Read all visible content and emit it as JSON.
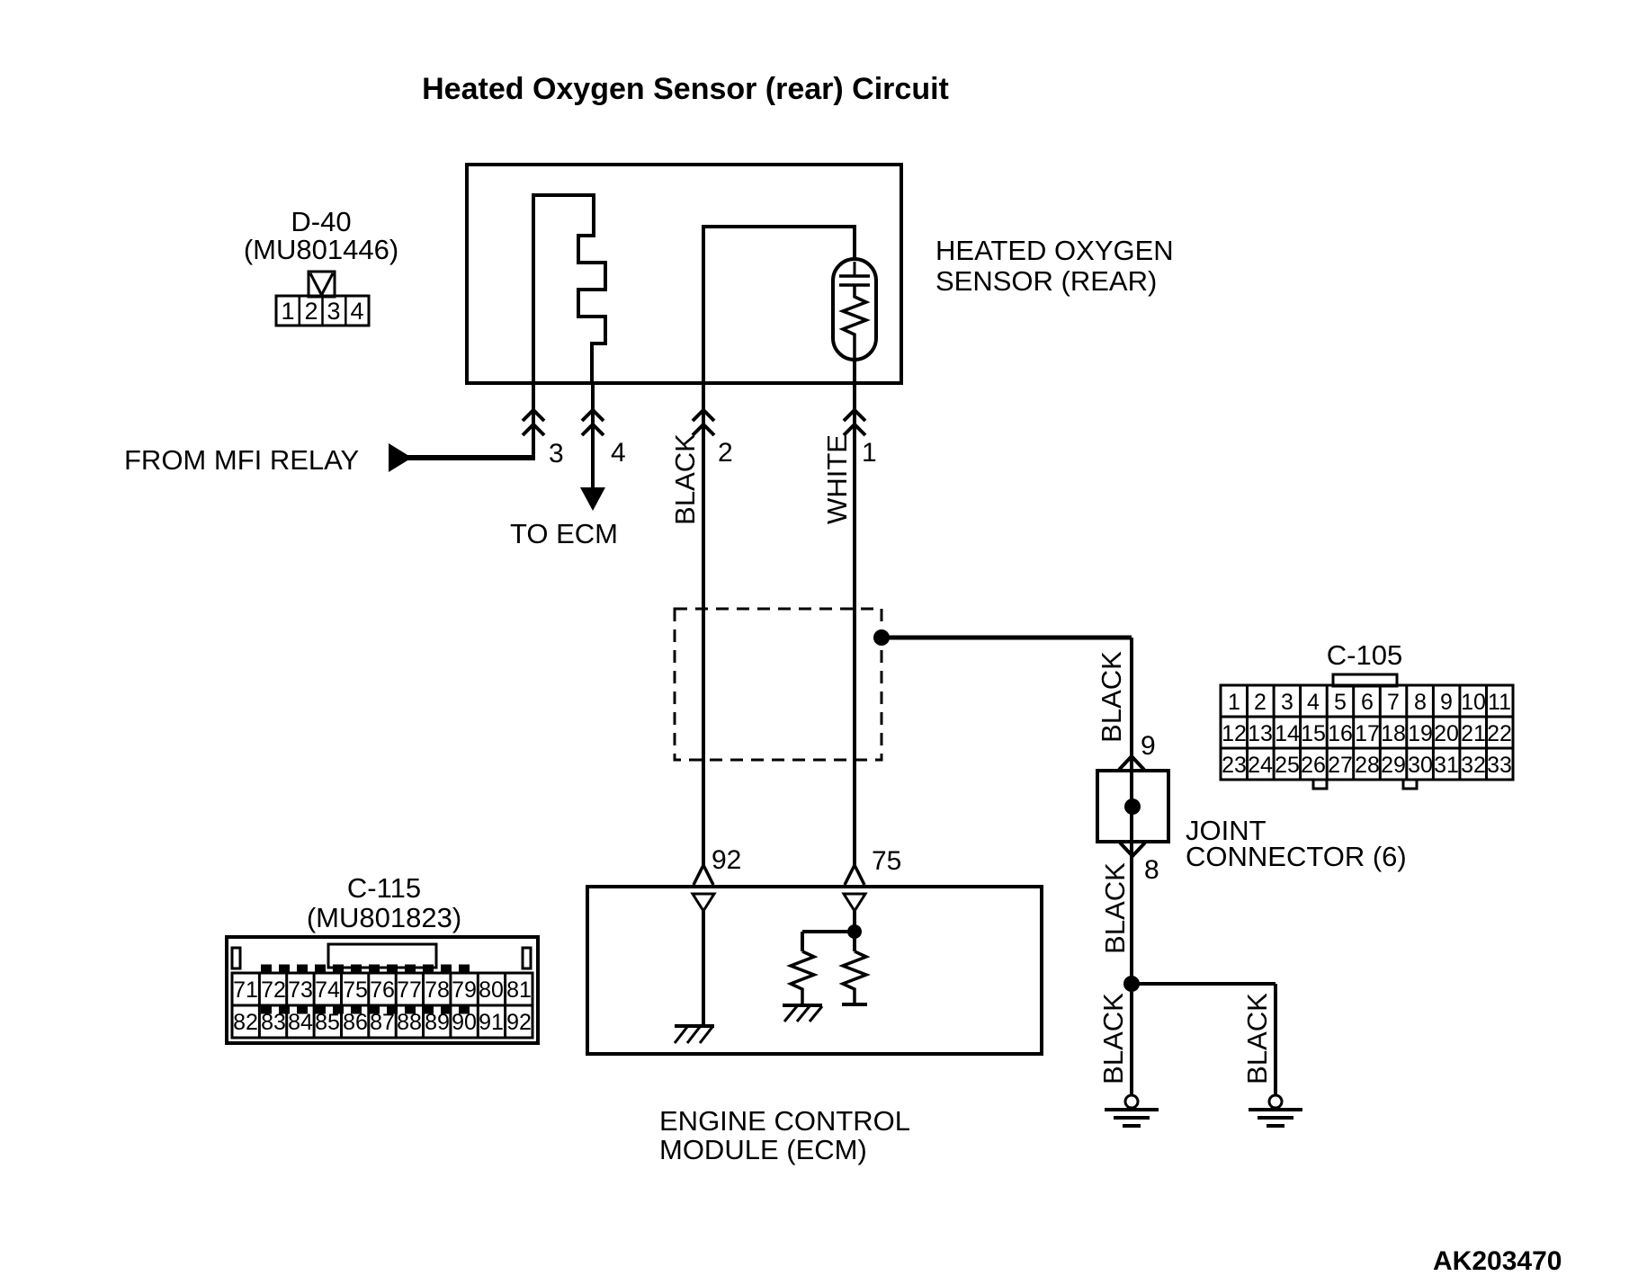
{
  "title": "Heated Oxygen Sensor (rear) Circuit",
  "code": "AK203470",
  "colors": {
    "background": "#ffffff",
    "line": "#000000"
  },
  "sensor": {
    "line1": "HEATED OXYGEN",
    "line2": "SENSOR (REAR)"
  },
  "ecm": {
    "line1": "ENGINE CONTROL",
    "line2": "MODULE (ECM)"
  },
  "joint": {
    "line1": "JOINT",
    "line2": "CONNECTOR (6)"
  },
  "from_mfi_relay": "FROM MFI RELAY",
  "to_ecm": "TO ECM",
  "d40": {
    "name": "D-40",
    "part": "(MU801446)",
    "pins": [
      "1",
      "2",
      "3",
      "4"
    ]
  },
  "c105": {
    "name": "C-105",
    "row1": [
      "1",
      "2",
      "3",
      "4",
      "5",
      "6",
      "7",
      "8",
      "9",
      "10",
      "11"
    ],
    "row2": [
      "12",
      "13",
      "14",
      "15",
      "16",
      "17",
      "18",
      "19",
      "20",
      "21",
      "22"
    ],
    "row3": [
      "23",
      "24",
      "25",
      "26",
      "27",
      "28",
      "29",
      "30",
      "31",
      "32",
      "33"
    ]
  },
  "c115": {
    "name": "C-115",
    "part": "(MU801823)",
    "row1": [
      "71",
      "72",
      "73",
      "74",
      "75",
      "76",
      "77",
      "78",
      "79",
      "80",
      "81"
    ],
    "row2": [
      "82",
      "83",
      "84",
      "85",
      "86",
      "87",
      "88",
      "89",
      "90",
      "91",
      "92"
    ]
  },
  "pins": {
    "p1": "1",
    "p2": "2",
    "p3": "3",
    "p4": "4",
    "p92": "92",
    "p75": "75",
    "p9": "9",
    "p8": "8"
  },
  "wires": {
    "w2": "BLACK",
    "w1": "WHITE",
    "riser_top": "BLACK",
    "riser_mid": "BLACK",
    "riser_low": "BLACK",
    "branch_right": "BLACK"
  }
}
